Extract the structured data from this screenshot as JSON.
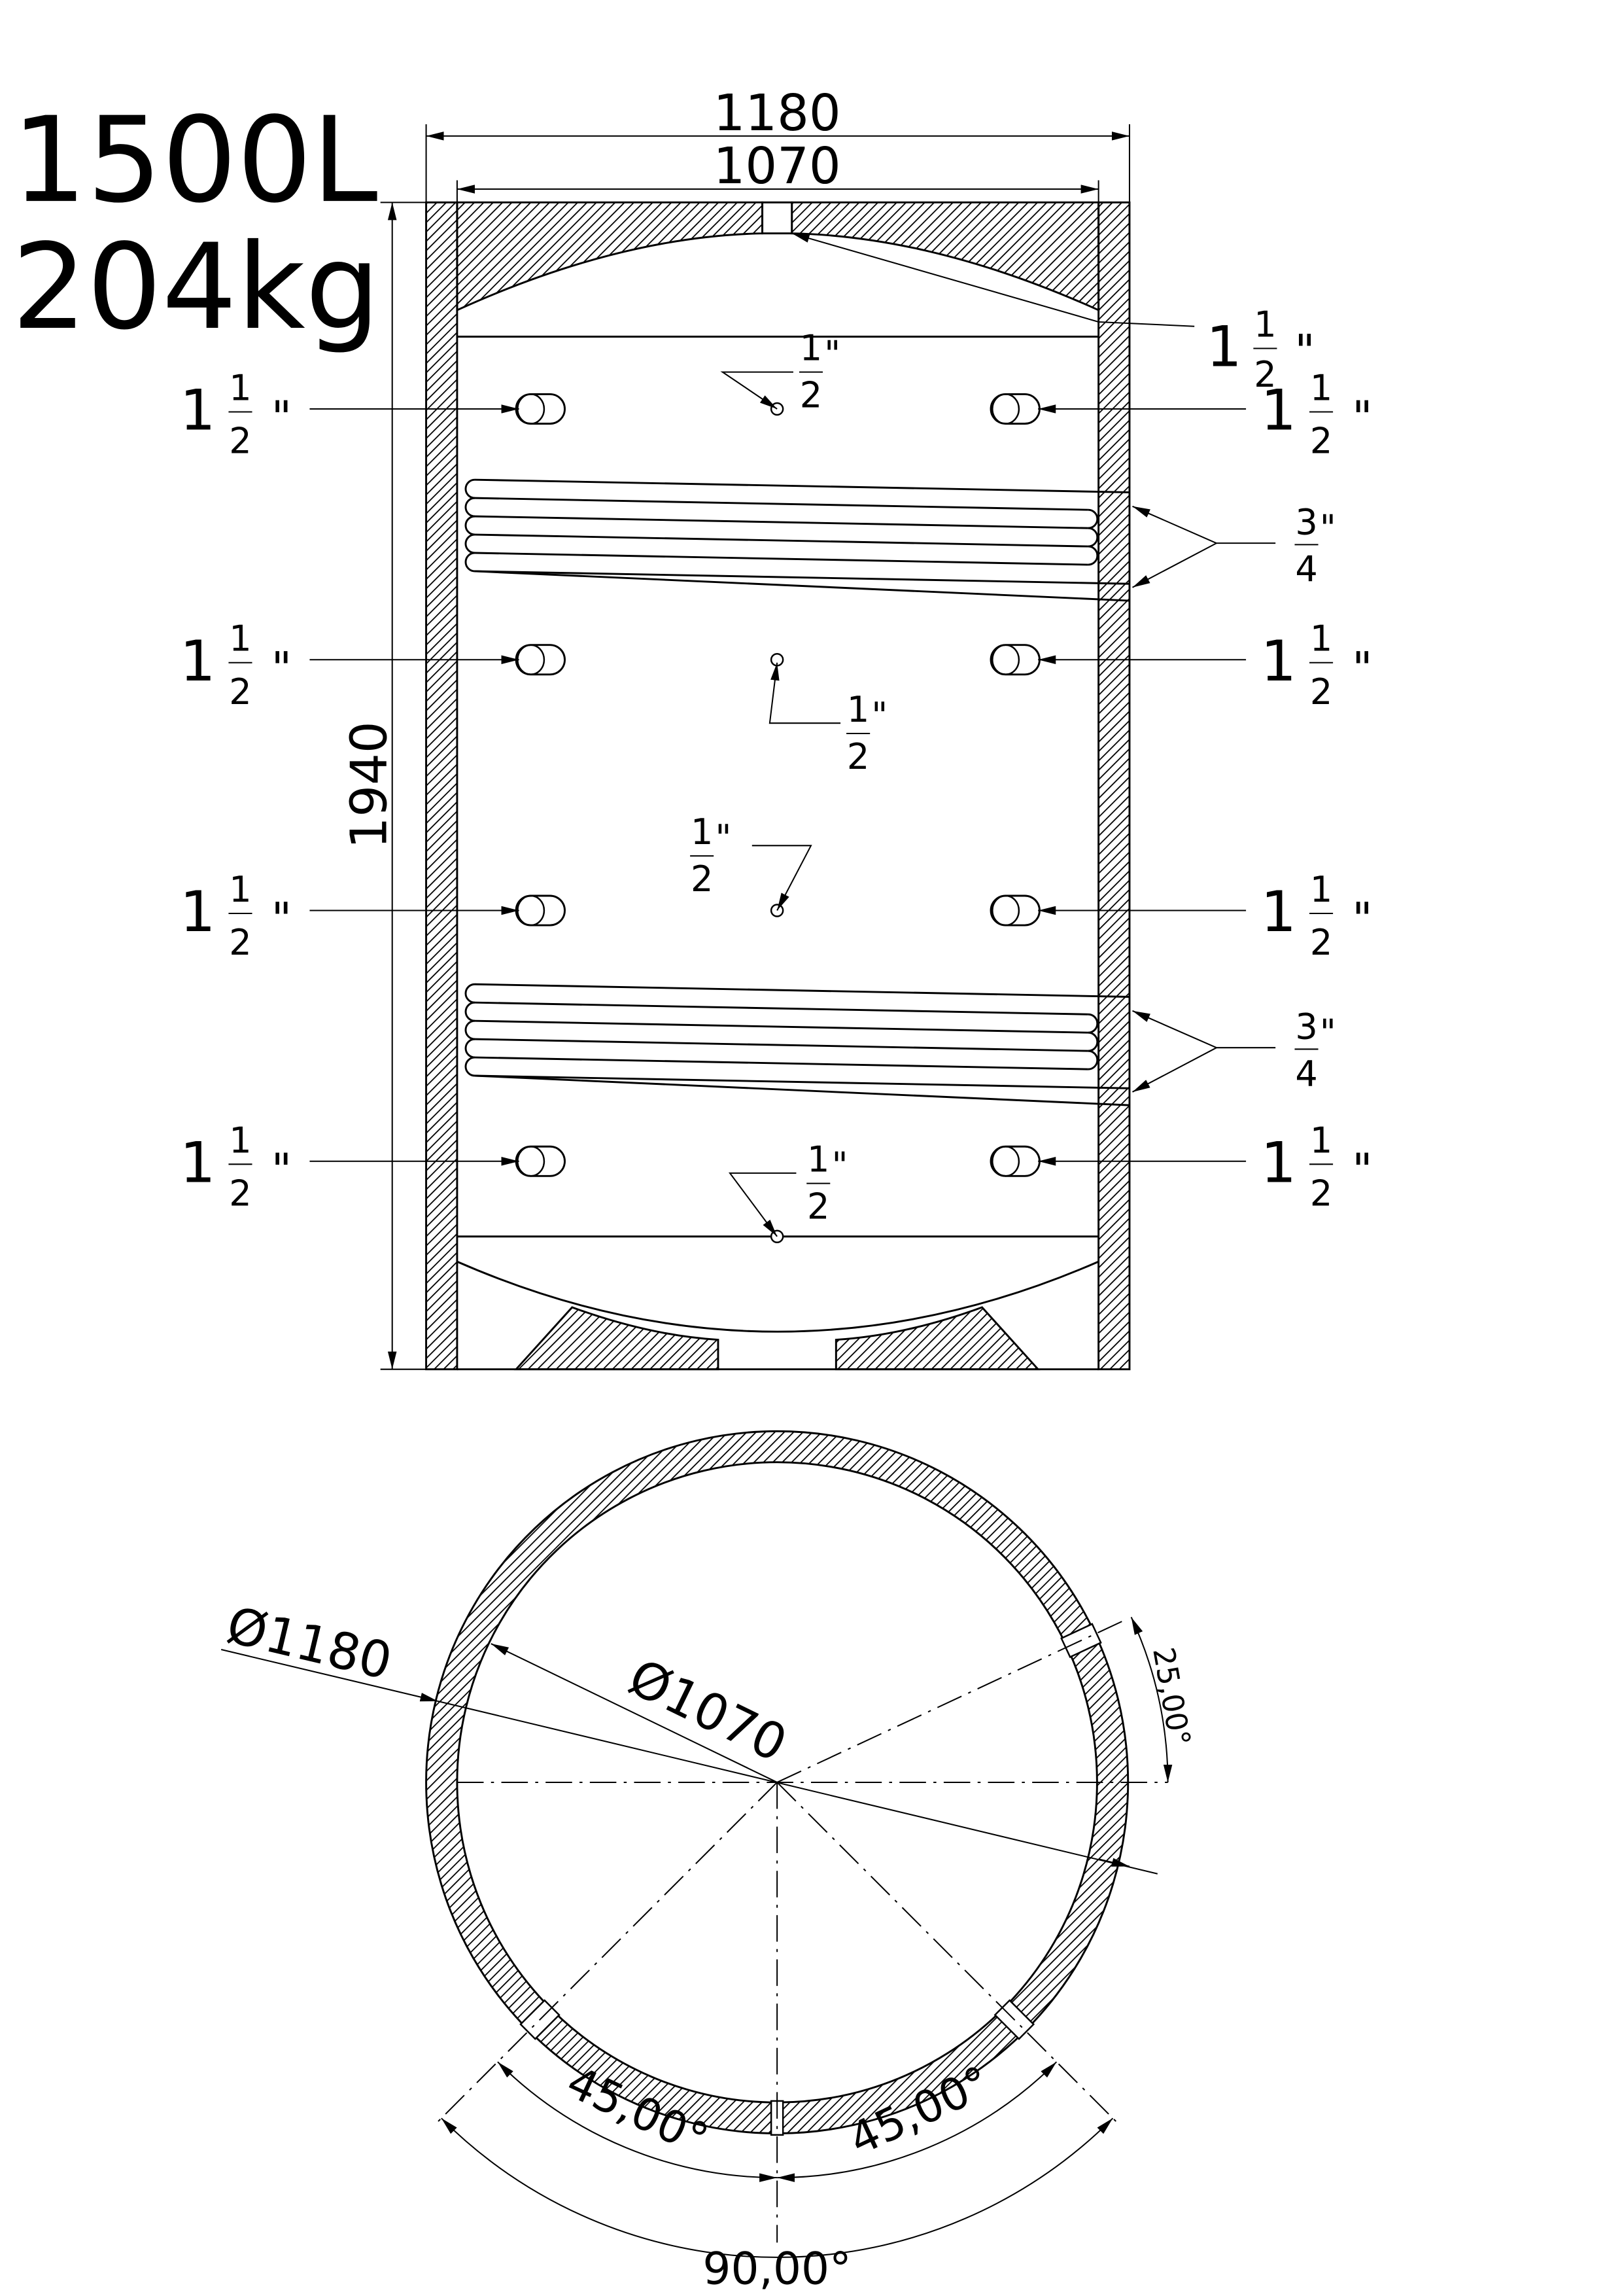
{
  "title": {
    "volume": "1500L",
    "weight": "204kg"
  },
  "dimensions": {
    "outer_width": "1180",
    "inner_width": "1070",
    "height": "1940",
    "outer_diameter": "Ø1180",
    "inner_diameter": "Ø1070",
    "angle_top": "25,00°",
    "angle_left": "45,00°",
    "angle_right": "45,00°",
    "angle_total": "90,00°"
  },
  "top_port": {
    "whole": "1",
    "num": "1",
    "den": "2",
    "mark": "\""
  },
  "side_ports": [
    {
      "side": "left",
      "whole": "1",
      "num": "1",
      "den": "2",
      "mark": "\""
    },
    {
      "side": "right",
      "whole": "1",
      "num": "1",
      "den": "2",
      "mark": "\""
    },
    {
      "side": "left",
      "whole": "1",
      "num": "1",
      "den": "2",
      "mark": "\""
    },
    {
      "side": "right",
      "whole": "1",
      "num": "1",
      "den": "2",
      "mark": "\""
    },
    {
      "side": "left",
      "whole": "1",
      "num": "1",
      "den": "2",
      "mark": "\""
    },
    {
      "side": "right",
      "whole": "1",
      "num": "1",
      "den": "2",
      "mark": "\""
    },
    {
      "side": "left",
      "whole": "1",
      "num": "1",
      "den": "2",
      "mark": "\""
    },
    {
      "side": "right",
      "whole": "1",
      "num": "1",
      "den": "2",
      "mark": "\""
    }
  ],
  "sensors": [
    {
      "num": "1",
      "den": "2",
      "mark": "\""
    },
    {
      "num": "1",
      "den": "2",
      "mark": "\""
    },
    {
      "num": "1",
      "den": "2",
      "mark": "\""
    },
    {
      "num": "1",
      "den": "2",
      "mark": "\""
    }
  ],
  "coils": [
    {
      "num": "3",
      "den": "4",
      "mark": "\""
    },
    {
      "num": "3",
      "den": "4",
      "mark": "\""
    }
  ]
}
